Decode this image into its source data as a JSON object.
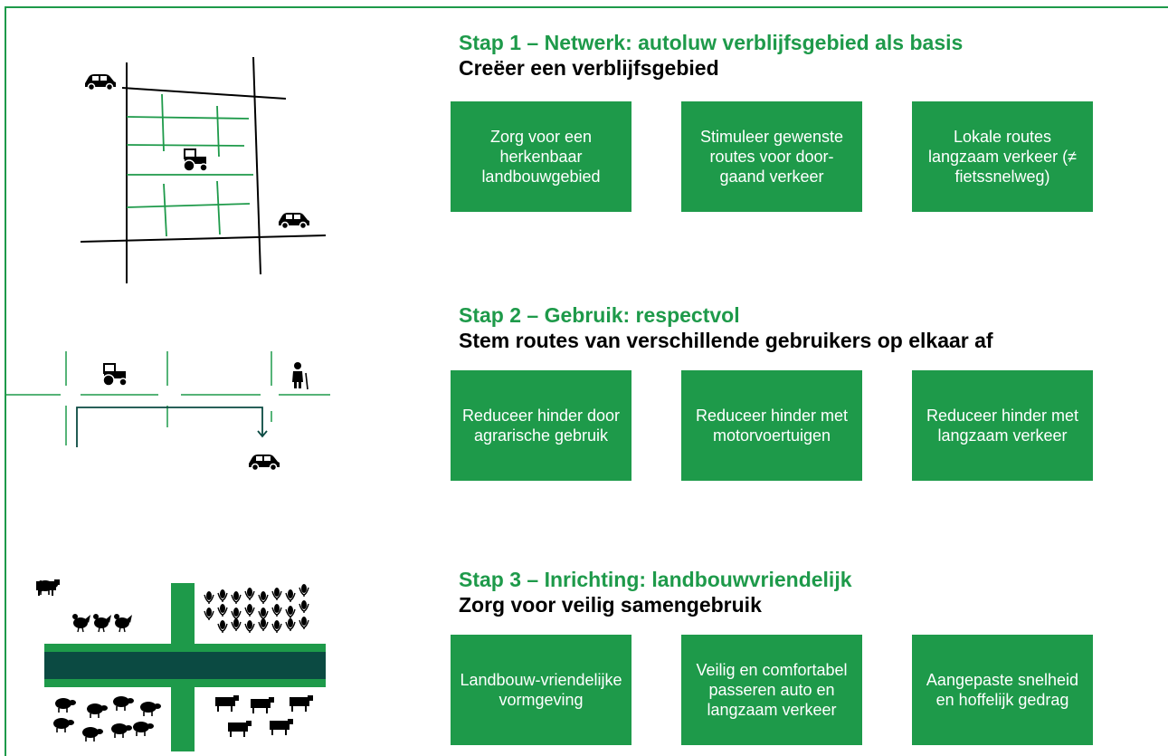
{
  "colors": {
    "green": "#1e9a4a",
    "dark_teal": "#0b4a42",
    "black": "#000000",
    "white": "#ffffff"
  },
  "icons": {
    "car": "car-icon",
    "tractor": "tractor-icon",
    "pedestrian": "elderly-pedestrian-icon",
    "chicken": "chicken-icon",
    "corn": "corn-icon",
    "sheep": "sheep-icon",
    "cow": "cow-icon"
  },
  "steps": [
    {
      "title": "Stap 1 – Netwerk: autoluw verblijfsgebied als basis",
      "subtitle": "Creëer een verblijfsgebied",
      "boxes": [
        "Zorg voor een herkenbaar landbouwgebied",
        "Stimuleer gewenste routes voor door-gaand verkeer",
        "Lokale routes langzaam verkeer (≠ fietssnelweg)"
      ]
    },
    {
      "title": "Stap 2 – Gebruik: respectvol",
      "subtitle": "Stem routes van verschillende gebruikers op elkaar af",
      "boxes": [
        "Reduceer hinder door agrarische gebruik",
        "Reduceer hinder met motorvoertuigen",
        "Reduceer hinder met langzaam verkeer"
      ]
    },
    {
      "title": "Stap 3 – Inrichting: landbouwvriendelijk",
      "subtitle": "Zorg voor veilig samengebruik",
      "boxes": [
        "Landbouw-vriendelijke vormgeving",
        "Veilig en comfortabel passeren auto en langzaam verkeer",
        "Aangepaste snelheid en hoffelijk gedrag"
      ]
    }
  ]
}
